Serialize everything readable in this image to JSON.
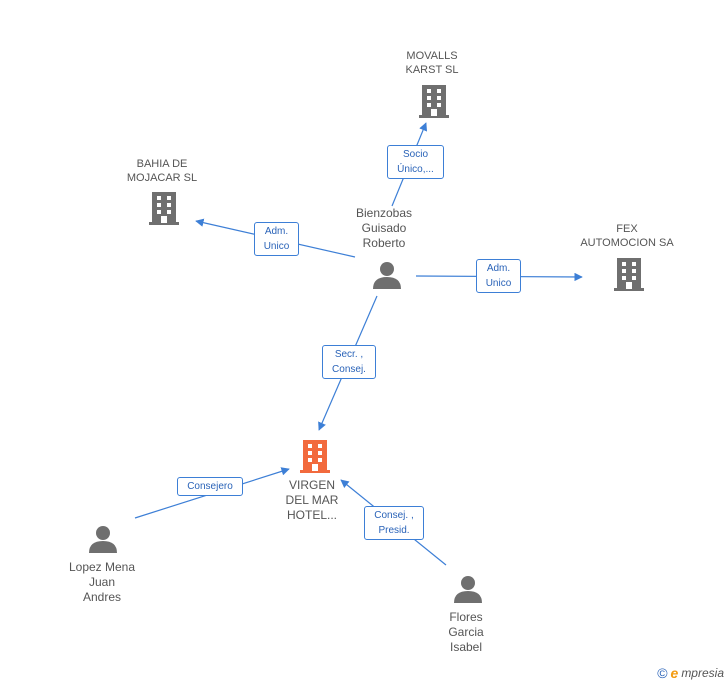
{
  "nodes": {
    "movalls": {
      "label": "MOVALLS\nKARST SL",
      "type": "company"
    },
    "bahia": {
      "label": "BAHIA DE\nMOJACAR SL",
      "type": "company"
    },
    "fex": {
      "label": "FEX\nAUTOMOCION SA",
      "type": "company"
    },
    "virgen": {
      "label": "VIRGEN\nDEL MAR\nHOTEL...",
      "type": "company-highlight"
    },
    "bienzobas": {
      "label": "Bienzobas\nGuisado\nRoberto",
      "type": "person"
    },
    "lopez": {
      "label": "Lopez Mena\nJuan\nAndres",
      "type": "person"
    },
    "flores": {
      "label": "Flores\nGarcia\nIsabel",
      "type": "person"
    }
  },
  "edges": {
    "e_movalls": {
      "label": "Socio\nÚnico,..."
    },
    "e_bahia": {
      "label": "Adm.\nUnico"
    },
    "e_fex": {
      "label": "Adm.\nUnico"
    },
    "e_virgen_b": {
      "label": "Secr. ,\nConsej."
    },
    "e_virgen_l": {
      "label": "Consejero"
    },
    "e_virgen_f": {
      "label": "Consej. ,\nPresid."
    }
  },
  "colors": {
    "edge": "#3d7fd6",
    "company": "#6f6f6f",
    "highlight": "#f26a3d",
    "person": "#6f6f6f"
  },
  "footer": {
    "copyright": "©",
    "brand_e": "e",
    "brand_rest": "mpresia"
  }
}
